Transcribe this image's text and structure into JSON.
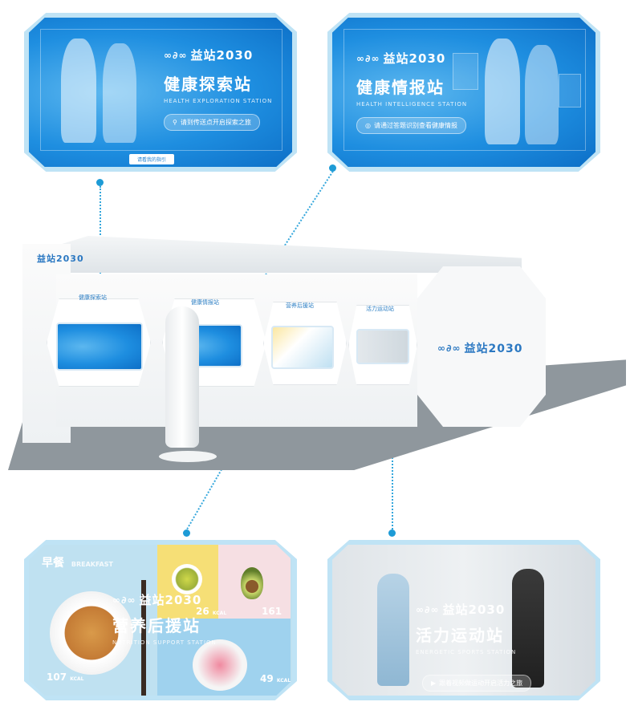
{
  "brand": {
    "mark": "∞∂∞",
    "name": "益站2030"
  },
  "panels": {
    "health_exploration": {
      "title": "健康探索站",
      "subtitle": "HEALTH EXPLORATION STATION",
      "hint": "请到传送点开启探索之旅",
      "footer": "请看我的指引"
    },
    "health_intelligence": {
      "title": "健康情报站",
      "subtitle": "HEALTH INTELLIGENCE STATION",
      "hint": "请通过答题识别查看健康情报"
    },
    "nutrition": {
      "breakfast_cn": "早餐",
      "breakfast_en": "BREAKFAST",
      "title": "营养后援站",
      "subtitle": "NUTRITION SUPPORT STATION",
      "kcal_a": "26",
      "kcal_b": "161",
      "kcal_c": "107",
      "kcal_d": "49",
      "unit": "KCAL"
    },
    "sports": {
      "title": "活力运动站",
      "subtitle": "ENERGETIC SPORTS STATION",
      "hint": "跟着视频做运动开启活力之旅"
    }
  },
  "booth": {
    "logo": "益站2030",
    "labels": [
      "健康探索站",
      "健康情报站",
      "营养后援站",
      "活力运动站"
    ],
    "end_wall_logo": "益站2030"
  },
  "colors": {
    "primary_blue": "#1e8ee0",
    "accent_dot": "#1d9bd6",
    "floor": "#8f979d"
  }
}
